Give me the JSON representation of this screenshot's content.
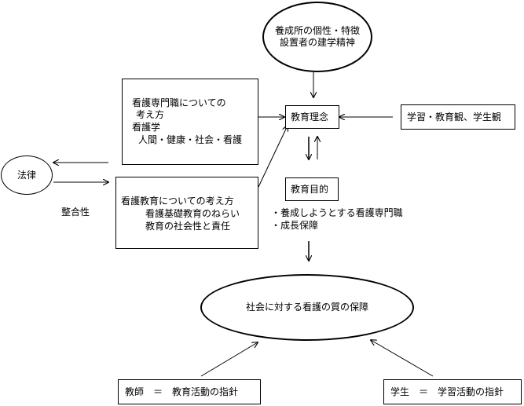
{
  "nodes": {
    "founder": {
      "lines": [
        "養成所の個性・特徴",
        "設置者の建学精神"
      ]
    },
    "nursing_profession": {
      "lines": [
        "看護専門職についての",
        "考え方",
        "看護学",
        "人間・健康・社会・看護"
      ]
    },
    "educational_philosophy": {
      "label": "教育理念"
    },
    "learning_views": {
      "label": "学習・教育観、学生観"
    },
    "law": {
      "label": "法律"
    },
    "consistency": {
      "label": "整合性"
    },
    "nursing_education": {
      "lines": [
        "看護教育についての考え方",
        "看護基礎教育のねらい",
        "教育の社会性と責任"
      ]
    },
    "educational_goal": {
      "label": "教育目的"
    },
    "goal_items": [
      "・養成しようとする看護専門職",
      "・成長保障"
    ],
    "quality_assurance": {
      "label": "社会に対する看護の質の保障"
    },
    "teacher": {
      "label": "教師　＝　教育活動の指針"
    },
    "student": {
      "label": "学生　＝　学習活動の指針"
    }
  }
}
